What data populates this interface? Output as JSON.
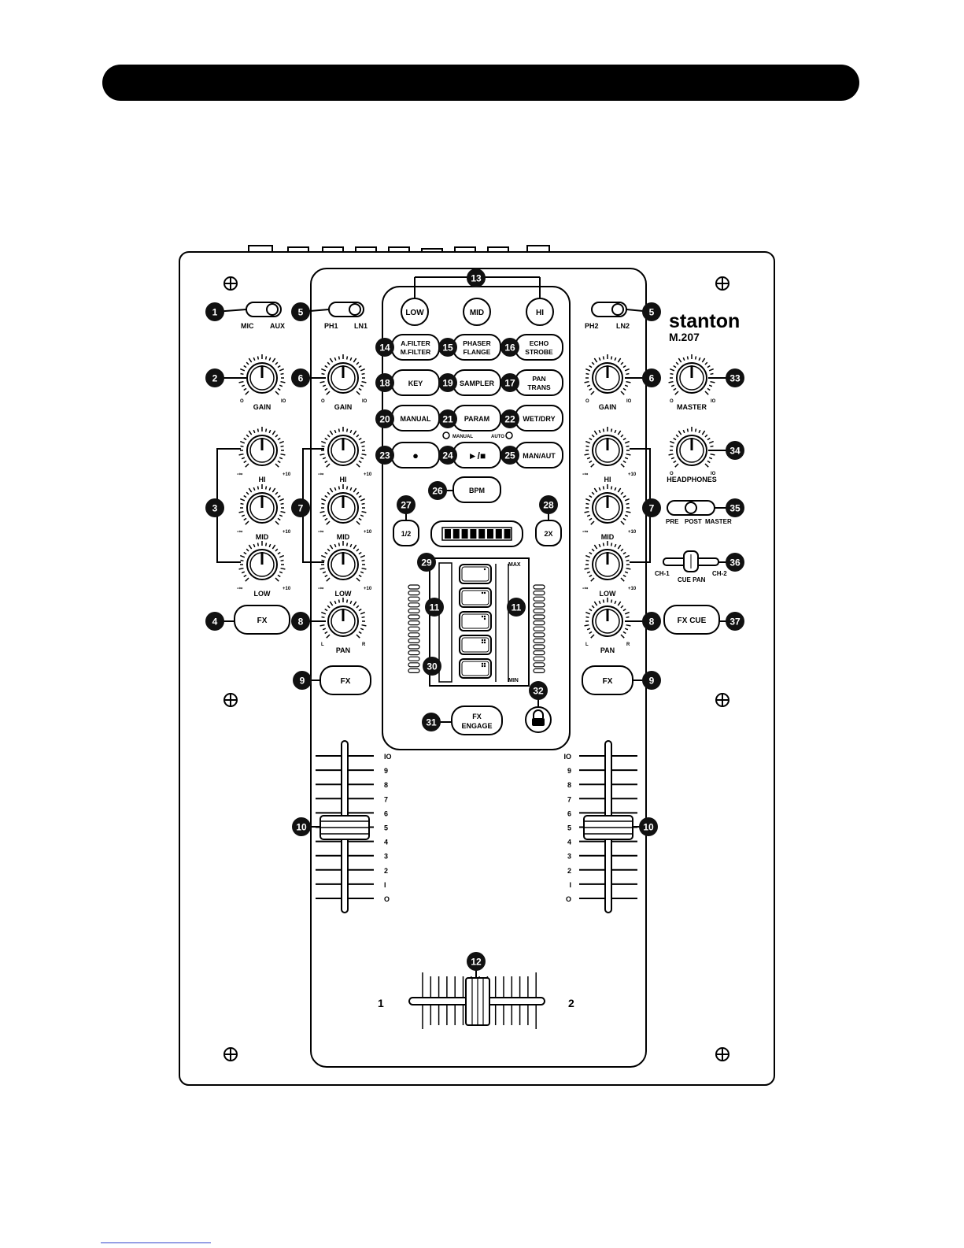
{
  "header_bar": "",
  "brand": {
    "logo": "stanton",
    "model": "M.207"
  },
  "colors": {
    "ink": "#000000",
    "paper": "#ffffff",
    "callout": "#111111",
    "footer_rule": "#3344cc"
  },
  "switches": {
    "mic_aux": {
      "left": "MIC",
      "right": "AUX"
    },
    "ph1_ln1": {
      "left": "PH1",
      "right": "LN1"
    },
    "ph2_ln2": {
      "left": "PH2",
      "right": "LN2"
    },
    "pre_post_master": {
      "a": "PRE",
      "b": "POST",
      "c": "MASTER"
    },
    "cue_pan": {
      "left": "CH-1",
      "center": "CUE PAN",
      "right": "CH-2"
    }
  },
  "knob_labels": {
    "gain": "GAIN",
    "hi": "HI",
    "mid": "MID",
    "low": "LOW",
    "pan": "PAN",
    "master": "MASTER",
    "headphones": "HEADPHONES"
  },
  "scale_marks": {
    "min0": "O",
    "max10": "IO",
    "minus_inf": "-∞",
    "plus10": "+10",
    "left": "L",
    "right": "R"
  },
  "fx_buttons": {
    "fx": "FX",
    "fx_cue": "FX CUE"
  },
  "center_panel": {
    "band_buttons": [
      "LOW",
      "MID",
      "HI"
    ],
    "effect_buttons": [
      {
        "line1": "A.FILTER",
        "line2": "M.FILTER"
      },
      {
        "line1": "PHASER",
        "line2": "FLANGE"
      },
      {
        "line1": "ECHO",
        "line2": "STROBE"
      }
    ],
    "row2": [
      "KEY",
      "SAMPLER"
    ],
    "pan_trans": {
      "line1": "PAN",
      "line2": "TRANS"
    },
    "row3": [
      "MANUAL",
      "PARAM",
      "WET/DRY"
    ],
    "indicators": {
      "manual": "MANUAL",
      "auto": "AUTO"
    },
    "row4": [
      "●",
      "►/■",
      "MAN/AUT"
    ],
    "bpm": "BPM",
    "half": "1/2",
    "double": "2X",
    "meter_max": "MAX",
    "meter_min": "MIN",
    "fx_engage": {
      "line1": "FX",
      "line2": "ENGAGE"
    }
  },
  "fader_scale": [
    "IO",
    "9",
    "8",
    "7",
    "6",
    "5",
    "4",
    "3",
    "2",
    "I",
    "O"
  ],
  "crossfader": {
    "left": "1",
    "right": "2"
  },
  "callouts": [
    "1",
    "2",
    "3",
    "4",
    "5",
    "6",
    "7",
    "8",
    "9",
    "10",
    "11",
    "12",
    "13",
    "14",
    "15",
    "16",
    "17",
    "18",
    "19",
    "20",
    "21",
    "22",
    "23",
    "24",
    "25",
    "26",
    "27",
    "28",
    "29",
    "30",
    "31",
    "32",
    "33",
    "34",
    "35",
    "36",
    "37"
  ]
}
